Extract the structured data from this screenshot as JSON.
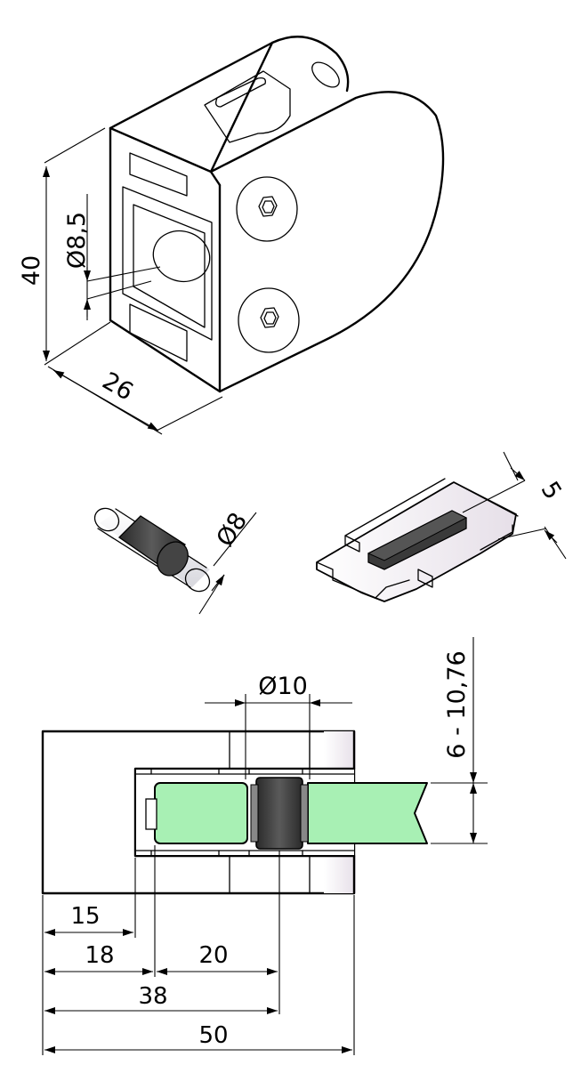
{
  "dimensions": {
    "height": "40",
    "bore": "Ø8,5",
    "depth": "26",
    "pin": "Ø8",
    "insert": "5",
    "pin_diameter": "Ø10",
    "glass_range": "6 - 10,76",
    "d15": "15",
    "d18": "18",
    "d20": "20",
    "d38": "38",
    "d50": "50"
  },
  "colors": {
    "glass": "#a8f0b4",
    "rubber": "#3c3c3c",
    "metal_shade": "#efeaf0"
  }
}
